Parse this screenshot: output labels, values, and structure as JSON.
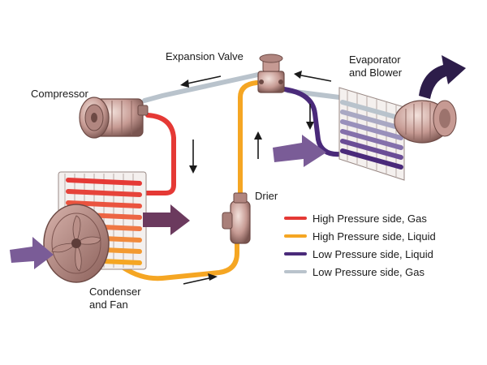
{
  "labels": {
    "expansion_valve": "Expansion Valve",
    "evaporator_line1": "Evaporator",
    "evaporator_line2": "and Blower",
    "compressor": "Compressor",
    "drier": "Drier",
    "condenser_line1": "Condenser",
    "condenser_line2": "and Fan"
  },
  "legend": [
    {
      "label": "High Pressure side, Gas",
      "color": "#e53935"
    },
    {
      "label": "High Pressure side, Liquid",
      "color": "#f5a623"
    },
    {
      "label": "Low Pressure side, Liquid",
      "color": "#4a2a7a"
    },
    {
      "label": "Low Pressure side, Gas",
      "color": "#b9c3cc"
    }
  ],
  "colors": {
    "high_gas": "#e53935",
    "high_liquid": "#f5a623",
    "low_liquid": "#4a2a7a",
    "low_gas": "#b9c3cc",
    "component": "#c69a93",
    "airflow": "#7a5c97",
    "hot_air": "#6b3a5e",
    "blower_air": "#2d1d4a"
  }
}
